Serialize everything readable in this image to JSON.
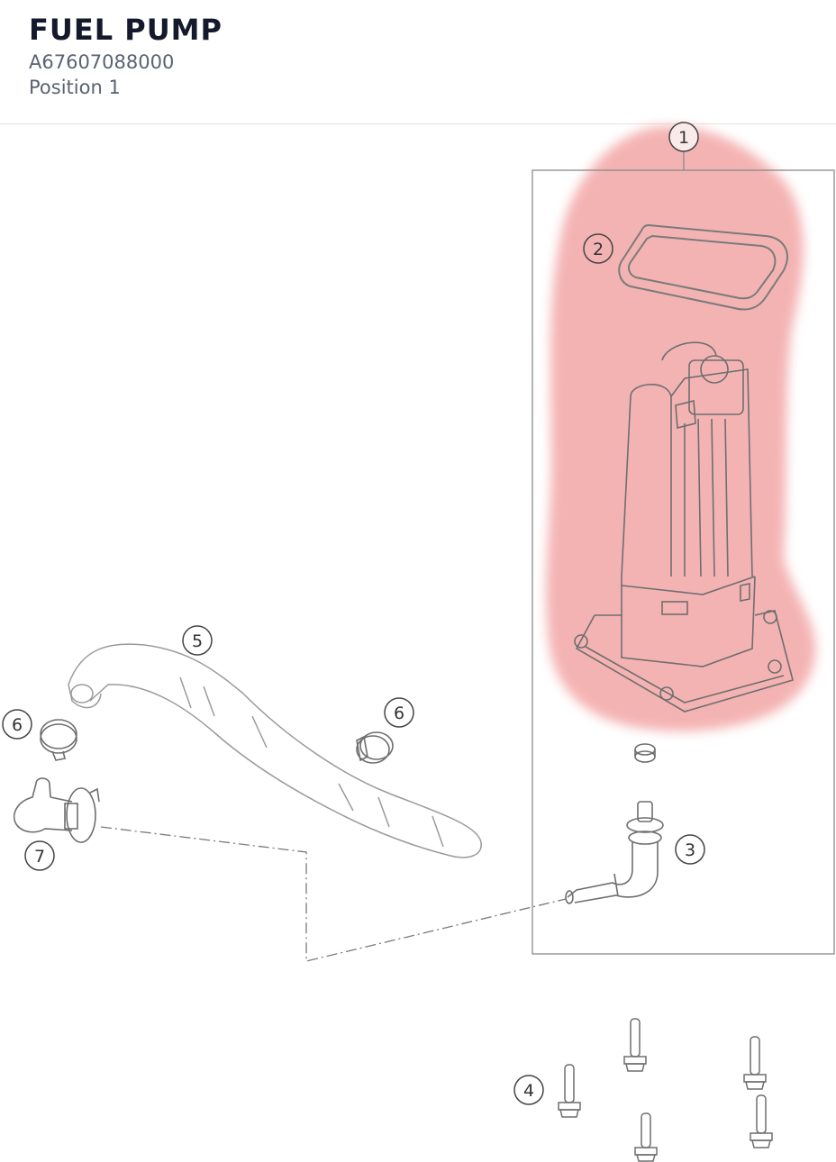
{
  "header": {
    "title": "FUEL PUMP",
    "part_number": "A67607088000",
    "position": "Position 1"
  },
  "colors": {
    "highlight": "#f3a6a6",
    "line": "#8a8a8a",
    "title": "#141a2b",
    "subtitle": "#5a6271"
  },
  "callouts": [
    {
      "label": "1",
      "part": "fuel-pump-assembly",
      "highlighted": true
    },
    {
      "label": "2",
      "part": "gasket"
    },
    {
      "label": "3",
      "part": "elbow-connector"
    },
    {
      "label": "4",
      "part": "screws"
    },
    {
      "label": "5",
      "part": "fuel-hose"
    },
    {
      "label": "6",
      "part": "hose-clamp-left"
    },
    {
      "label": "6",
      "part": "hose-clamp-right"
    },
    {
      "label": "7",
      "part": "quick-connector"
    }
  ]
}
